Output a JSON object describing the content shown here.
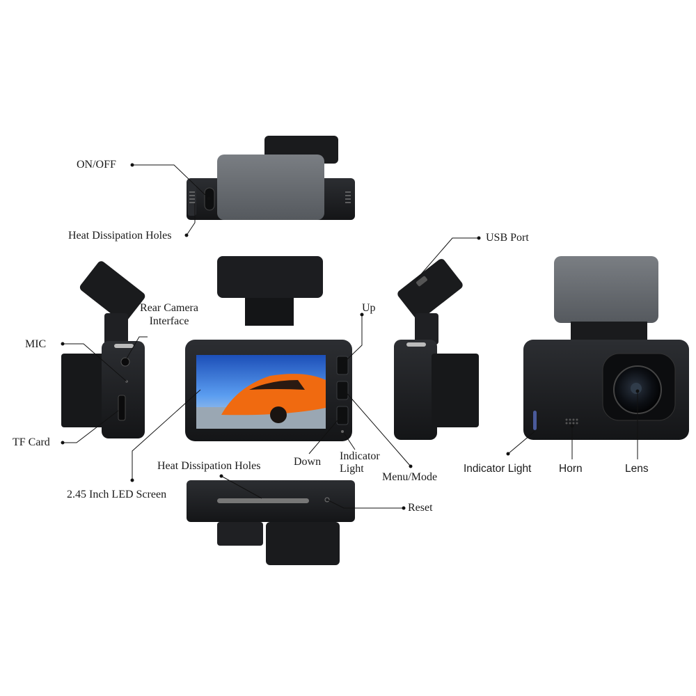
{
  "labels": {
    "on_off": "ON/OFF",
    "heat_holes_top": "Heat Dissipation Holes",
    "usb_port": "USB Port",
    "rear_camera_line1": "Rear Camera",
    "rear_camera_line2": "Interface",
    "mic": "MIC",
    "tf_card": "TF Card",
    "screen": "2.45 Inch LED Screen",
    "up": "Up",
    "down": "Down",
    "indicator_light_line1": "Indicator",
    "indicator_light_line2": "Light",
    "menu_mode": "Menu/Mode",
    "heat_holes_bottom": "Heat Dissipation Holes",
    "reset": "Reset",
    "indicator_light_front": "Indicator Light",
    "horn": "Horn",
    "lens": "Lens"
  },
  "colors": {
    "body": "#1b1c1e",
    "body_edge": "#2e3034",
    "mount_pad": "#6b6f74",
    "line": "#111111",
    "screen_sky": "#2a6fd6",
    "car": "#f06a10"
  },
  "icons": [
    "lens-icon",
    "speaker-grill-icon",
    "led-icon"
  ]
}
